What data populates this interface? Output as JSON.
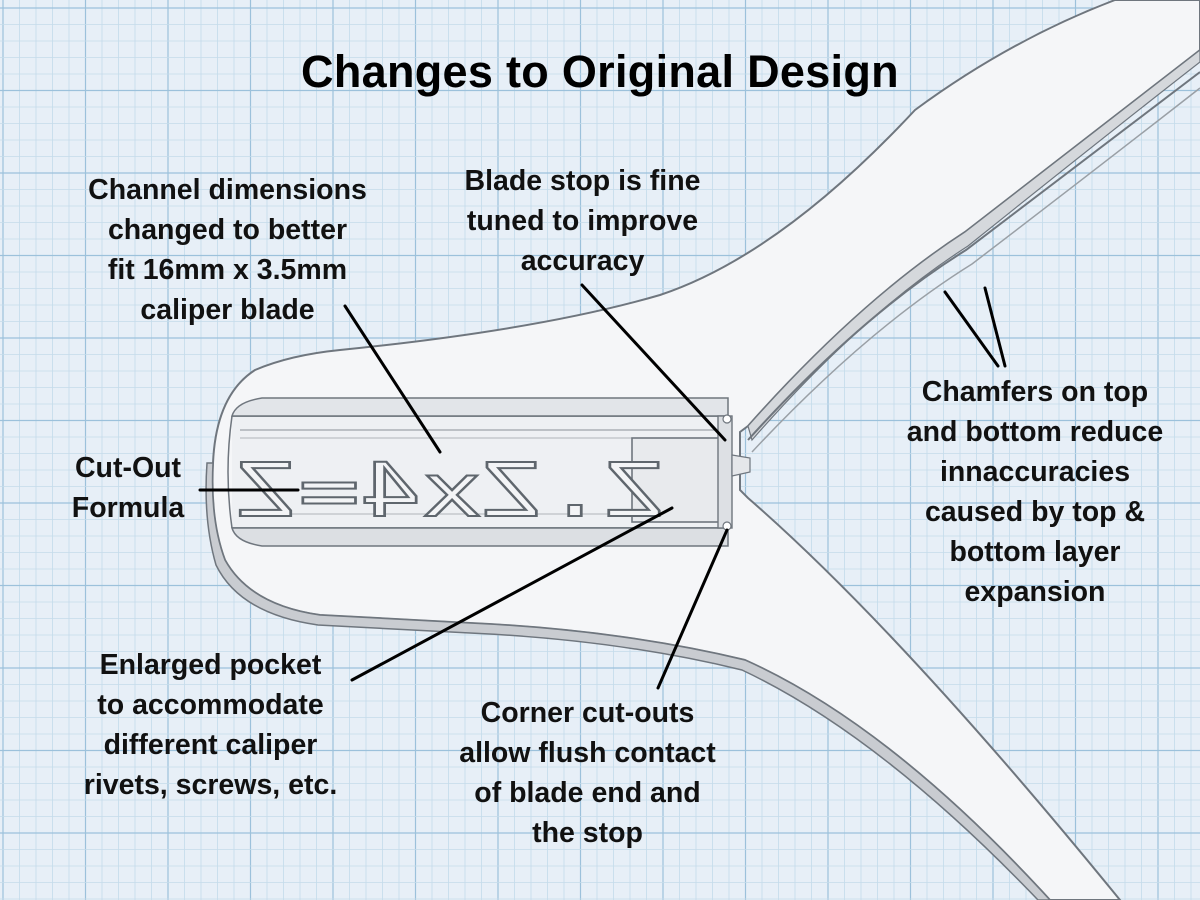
{
  "title": "Changes to Original Design",
  "annotations": {
    "channel": [
      "Channel dimensions",
      "changed to better",
      "fit 16mm x 3.5mm",
      "caliper blade"
    ],
    "blade_stop": [
      "Blade stop is fine",
      "tuned to improve",
      "accuracy"
    ],
    "cutout_formula": [
      "Cut-Out",
      "Formula"
    ],
    "chamfers": [
      "Chamfers on top",
      "and bottom reduce",
      "innaccuracies",
      "caused by top &",
      "bottom layer",
      "expansion"
    ],
    "pocket": [
      "Enlarged pocket",
      "to accommodate",
      "different caliper",
      "rivets, screws, etc."
    ],
    "corner": [
      "Corner cut-outs",
      "allow flush contact",
      "of blade end and",
      "the stop"
    ]
  },
  "formula_text": "Z.Zx4=Z",
  "colors": {
    "background": "#e7eff7",
    "grid_minor": "#c4dbea",
    "grid_major": "#9cc1db",
    "part_fill": "#f5f6f8",
    "part_edge": "#6f767e"
  }
}
